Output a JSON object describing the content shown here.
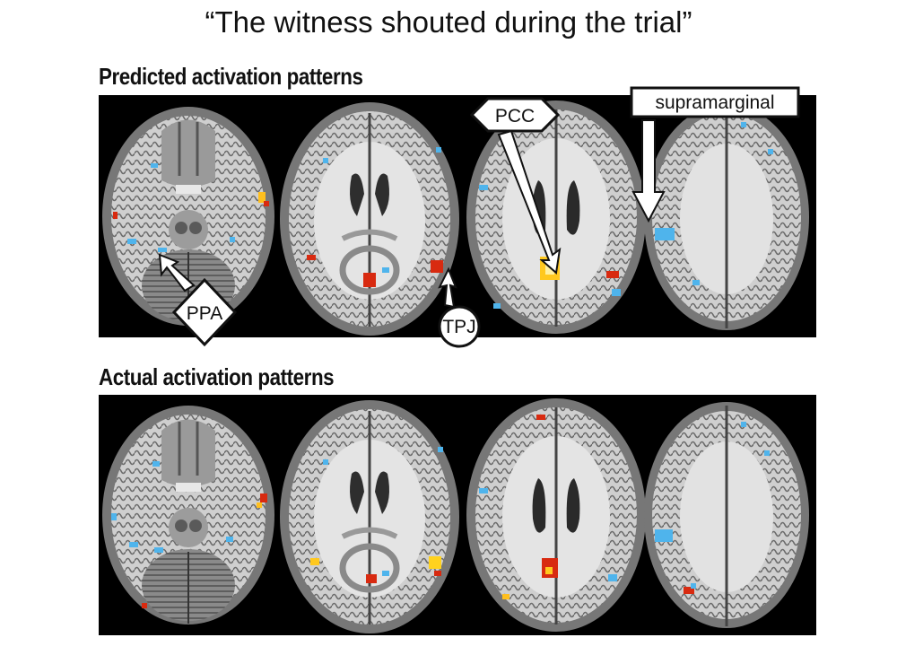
{
  "sentence": "“The witness shouted during the trial”",
  "sections": {
    "predicted": {
      "title": "Predicted activation patterns"
    },
    "actual": {
      "title": "Actual activation patterns"
    }
  },
  "labels": {
    "pcc": "PCC",
    "supramarginal": "supramarginal",
    "ppa": "PPA",
    "tpj": "TPJ"
  },
  "colors": {
    "background": "#000000",
    "warm_activation": "#d82a10",
    "hot_activation": "#ffd21e",
    "cool_activation": "#4fb4ec",
    "brain_white_matter": "#d6d6d6",
    "brain_gray_matter": "#7c7c7c"
  }
}
